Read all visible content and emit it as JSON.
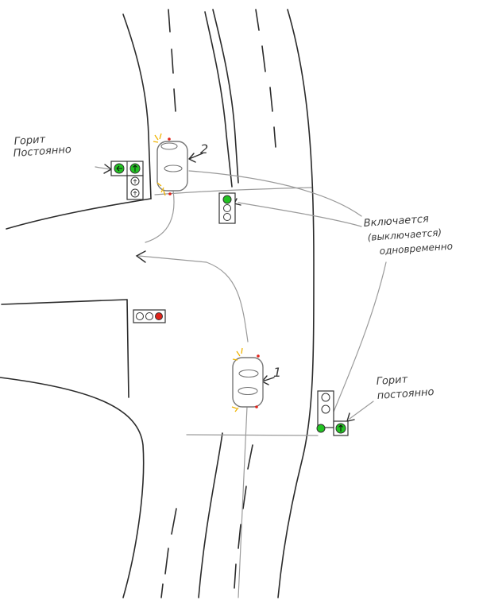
{
  "labels": {
    "top_left_line1": "Горит",
    "top_left_line2": "Постоянно",
    "right_mid_line1": "Включается",
    "right_mid_line2": "(выключается)",
    "right_mid_line3": "одновременно",
    "bottom_right_line1": "Горит",
    "bottom_right_line2": "постоянно",
    "car1_number": "1",
    "car2_number": "2"
  },
  "colors": {
    "ink": "#2b2b2b",
    "pencil": "#9a9a9a",
    "green": "#22c322",
    "red": "#e0241b",
    "blinker": "#f0b400"
  }
}
